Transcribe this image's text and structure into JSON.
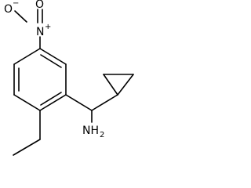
{
  "molecule": {
    "atom_labels": {
      "nitro_o_left": "O",
      "nitro_minus": "−",
      "nitro_n": "N",
      "nitro_plus": "+",
      "nitro_o_top": "O",
      "amine": "NH",
      "amine_sub": "2"
    }
  }
}
